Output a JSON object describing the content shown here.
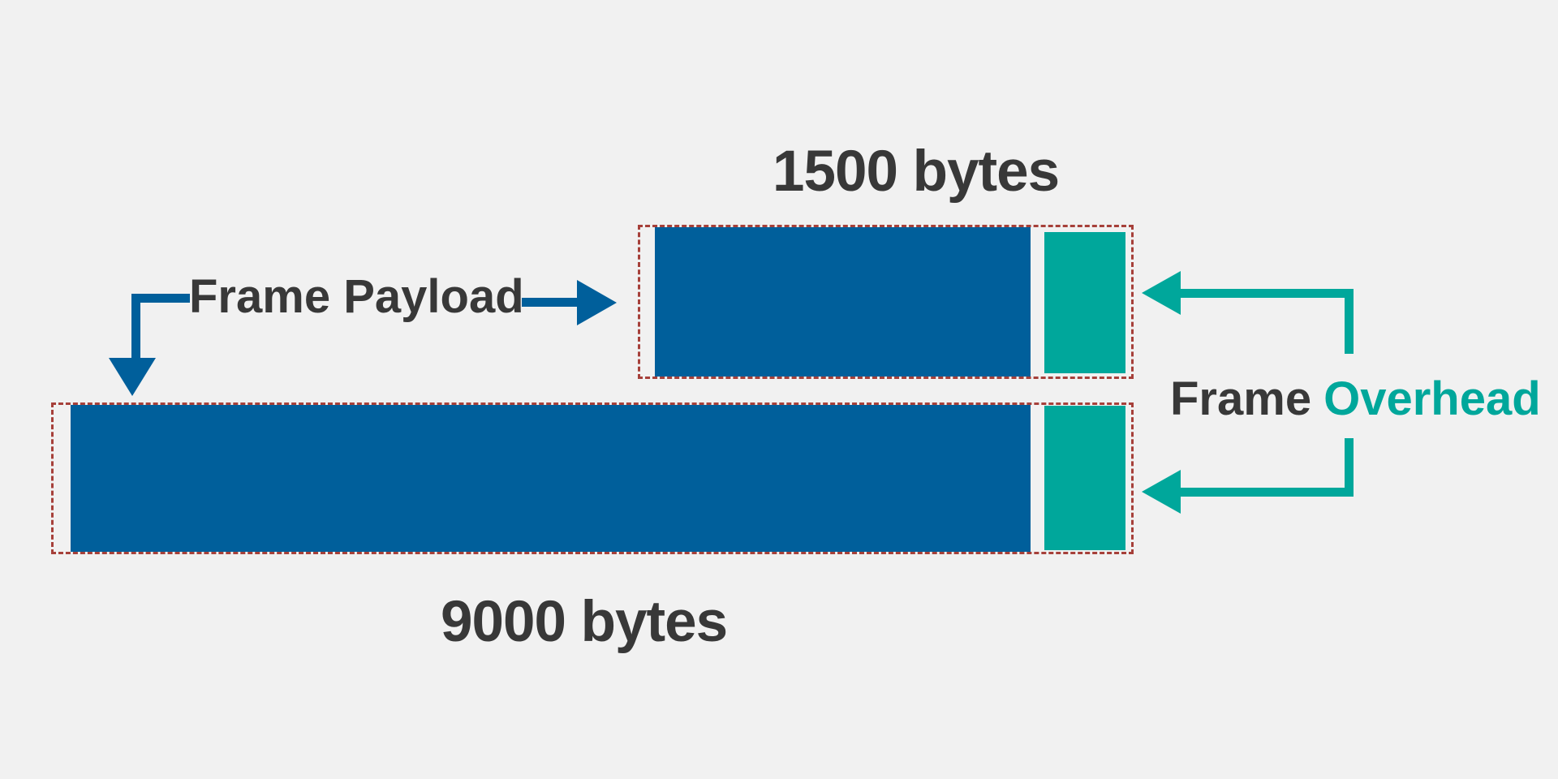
{
  "diagram": {
    "description": "Comparison of Ethernet frame payload size versus frame overhead for a standard 1500-byte frame and a 9000-byte jumbo frame",
    "small_frame": {
      "size_label": "1500 bytes",
      "payload_bytes": 1500
    },
    "large_frame": {
      "size_label": "9000 bytes",
      "payload_bytes": 9000
    },
    "labels": {
      "payload": "Frame Payload",
      "overhead_prefix": "Frame",
      "overhead_highlight": "Overhead"
    }
  },
  "colors": {
    "background": "#f1f1f1",
    "payload": "#005f9b",
    "overhead": "#00a79b",
    "frame_border": "#a6403a",
    "text": "#383838"
  }
}
